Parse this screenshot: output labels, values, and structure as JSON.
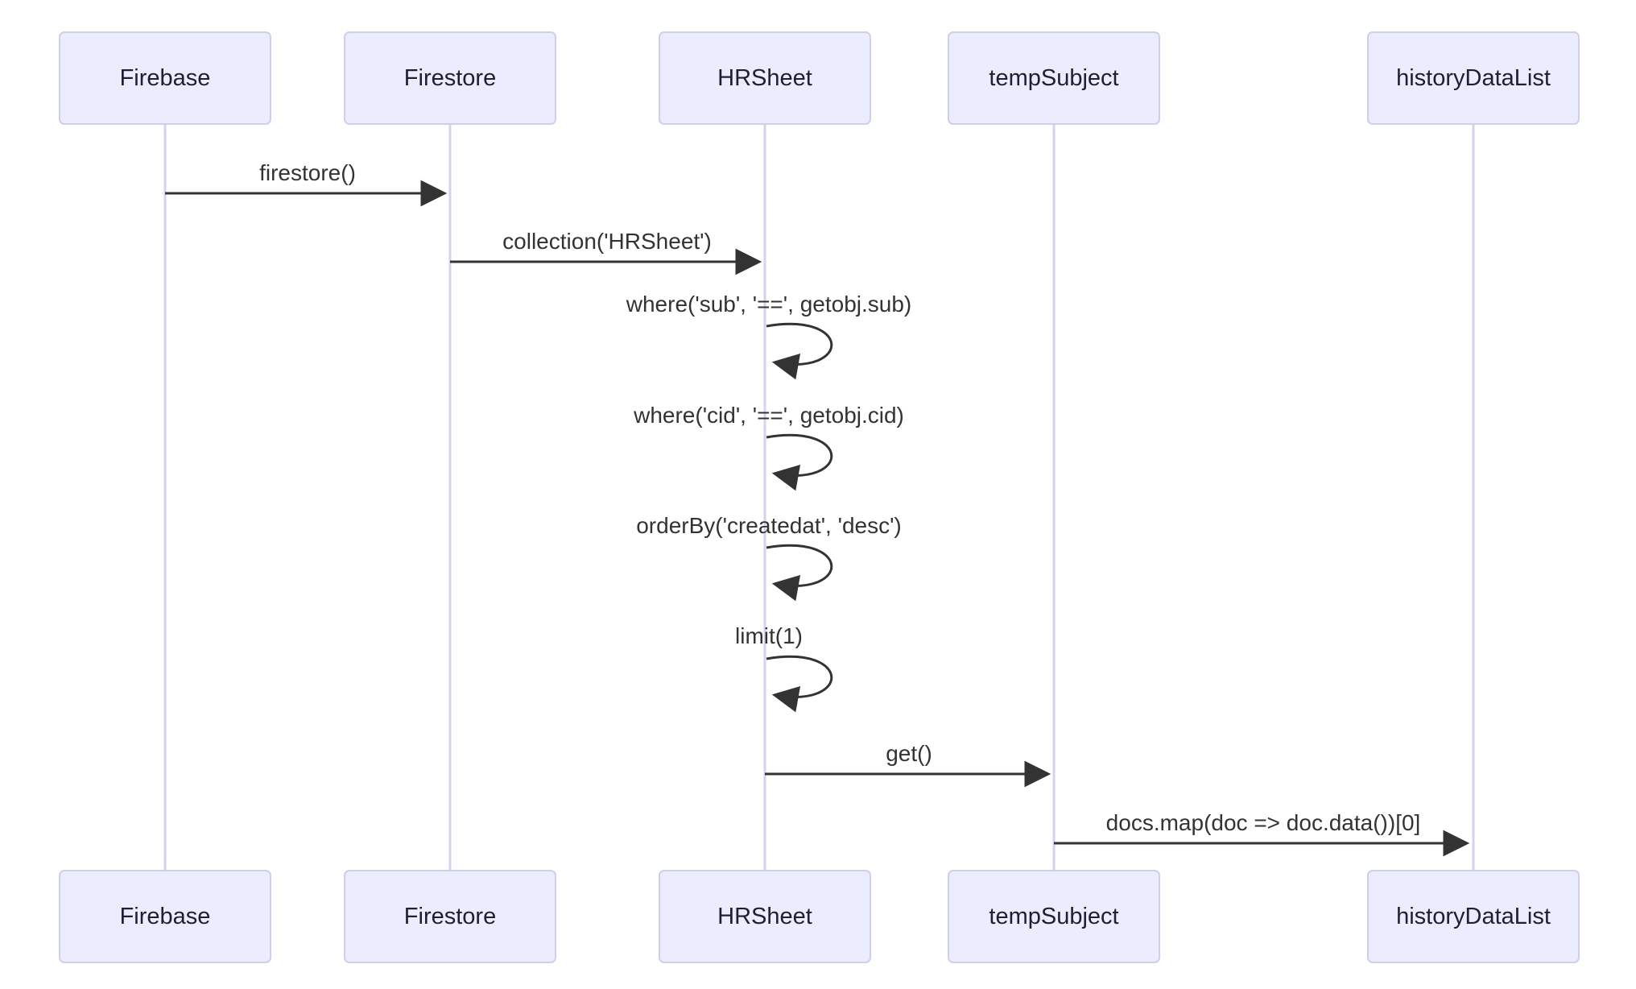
{
  "diagram": {
    "type": "sequence-diagram",
    "participants": [
      {
        "name": "Firebase"
      },
      {
        "name": "Firestore"
      },
      {
        "name": "HRSheet"
      },
      {
        "name": "tempSubject"
      },
      {
        "name": "historyDataList"
      }
    ],
    "messages": [
      {
        "from": "Firebase",
        "to": "Firestore",
        "label": "firestore()",
        "kind": "solid-arrow"
      },
      {
        "from": "Firestore",
        "to": "HRSheet",
        "label": "collection('HRSheet')",
        "kind": "solid-arrow"
      },
      {
        "from": "HRSheet",
        "to": "HRSheet",
        "label": "where('sub', '==', getobj.sub)",
        "kind": "self-loop"
      },
      {
        "from": "HRSheet",
        "to": "HRSheet",
        "label": "where('cid', '==', getobj.cid)",
        "kind": "self-loop"
      },
      {
        "from": "HRSheet",
        "to": "HRSheet",
        "label": "orderBy('createdat', 'desc')",
        "kind": "self-loop"
      },
      {
        "from": "HRSheet",
        "to": "HRSheet",
        "label": "limit(1)",
        "kind": "self-loop"
      },
      {
        "from": "HRSheet",
        "to": "tempSubject",
        "label": "get()",
        "kind": "solid-arrow"
      },
      {
        "from": "tempSubject",
        "to": "historyDataList",
        "label": "docs.map(doc => doc.data())[0]",
        "kind": "solid-arrow"
      }
    ],
    "colors": {
      "background": "#ffffff",
      "actor_fill": "#ECECFF",
      "actor_border": "#CFCFEB",
      "lifeline": "#d8d0ee",
      "arrow": "#333333",
      "text": "#333333"
    }
  }
}
